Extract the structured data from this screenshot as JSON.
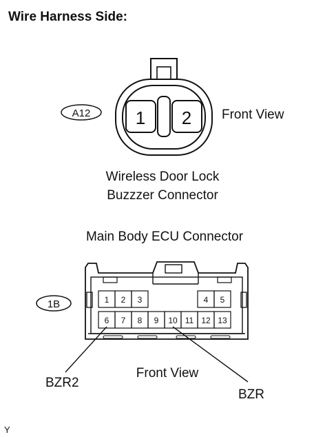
{
  "heading": "Wire Harness Side:",
  "connector_a12": {
    "tag": "A12",
    "pins": [
      "1",
      "2"
    ],
    "view": "Front View",
    "name_lines": [
      "Wireless Door Lock",
      "Buzzzer Connector"
    ]
  },
  "connector_1b": {
    "title": "Main Body ECU Connector",
    "tag": "1B",
    "top_row": [
      "1",
      "2",
      "3",
      "4",
      "5"
    ],
    "bottom_row": [
      "6",
      "7",
      "8",
      "9",
      "10",
      "11",
      "12",
      "13"
    ],
    "view": "Front View",
    "callouts": [
      "BZR2",
      "BZR"
    ]
  },
  "corner_mark": "Y"
}
